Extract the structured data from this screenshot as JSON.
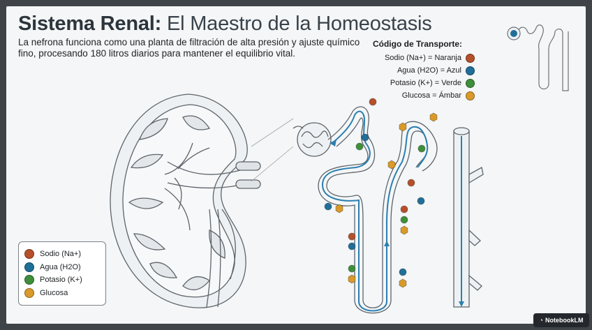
{
  "header": {
    "title_bold": "Sistema Renal:",
    "title_rest": " El Maestro de la Homeostasis",
    "subtitle": "La nefrona funciona como una planta de filtración de alta presión y ajuste químico fino, procesando 180 litros diarios para mantener el equilibrio vital."
  },
  "code": {
    "title": "Código de Transporte:",
    "rows": [
      {
        "label": "Sodio (Na+) = Naranja",
        "color": "#b5502a"
      },
      {
        "label": "Agua (H2O) = Azul",
        "color": "#1f6f99"
      },
      {
        "label": "Potasio (K+) = Verde",
        "color": "#3f8f3a"
      },
      {
        "label": "Glucosa = Ámbar",
        "color": "#d99a2b"
      }
    ]
  },
  "legend": {
    "items": [
      {
        "label": "Sodio (Na+)",
        "color": "#b5502a"
      },
      {
        "label": "Agua (H2O)",
        "color": "#1f6f99"
      },
      {
        "label": "Potasio (K+)",
        "color": "#3f8f3a"
      },
      {
        "label": "Glucosa",
        "color": "#d99a2b"
      }
    ]
  },
  "badge": {
    "label": "NotebookLM",
    "icon": "notebooklm-logo-icon"
  },
  "colors": {
    "sodium": "#b5502a",
    "water": "#1f6f99",
    "potassium": "#3f8f3a",
    "glucose": "#d99a2b",
    "line": "#6c737a"
  }
}
